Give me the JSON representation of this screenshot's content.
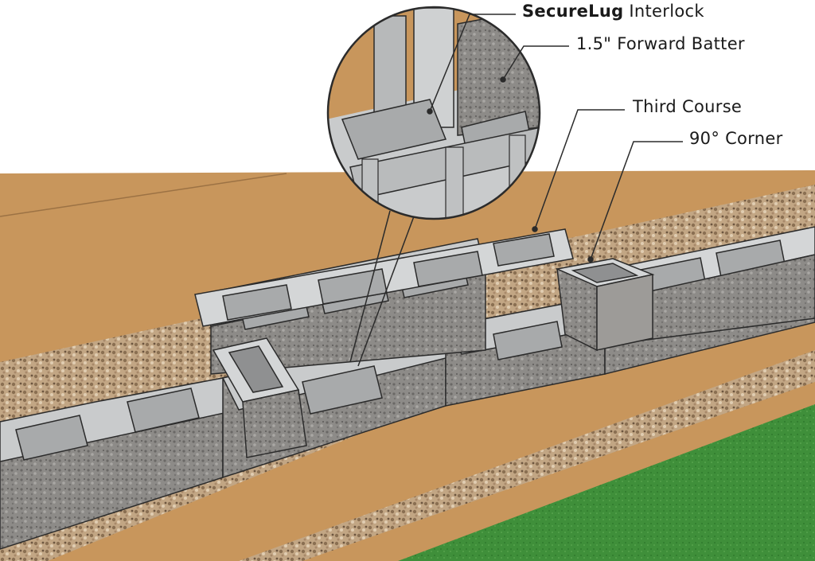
{
  "callouts": {
    "interlock": {
      "bold": "SecureLug",
      "rest": " Interlock"
    },
    "batter": "1.5\" Forward Batter",
    "third_course": "Third Course",
    "corner": "90° Corner"
  },
  "colors": {
    "soil": "#c8965c",
    "gravel": "#b89a7a",
    "grass": "#3f8f3a",
    "block_top": "#c9cbcc",
    "block_face": "#8f8d8a",
    "outline": "#2b2b2b"
  }
}
